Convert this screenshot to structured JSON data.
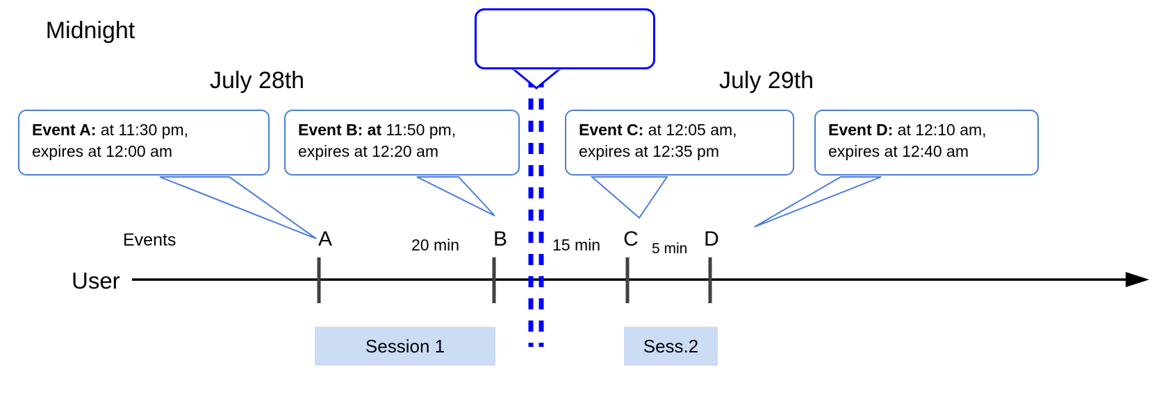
{
  "diagram": {
    "title_bubble": {
      "label": "Midnight"
    },
    "day_labels": [
      {
        "id": "july-28",
        "text": "July 28th"
      },
      {
        "id": "july-29",
        "text": "July 29th"
      }
    ],
    "axis": {
      "row_label": "User",
      "events_label": "Events"
    },
    "callouts": [
      {
        "id": "event-a",
        "bold": "Event A:",
        "line1_rest": " at 11:30 pm,",
        "line2": "expires at 12:00 am"
      },
      {
        "id": "event-b",
        "bold": "Event B: at",
        "line1_rest": " 11:50 pm,",
        "line2": "expires at 12:20 am"
      },
      {
        "id": "event-c",
        "bold": "Event C:",
        "line1_rest": " at 12:05 am,",
        "line2": "expires at 12:35 pm"
      },
      {
        "id": "event-d",
        "bold": "Event D:",
        "line1_rest": "  at 12:10 am,",
        "line2": "expires at 12:40 am"
      }
    ],
    "event_markers": [
      {
        "id": "marker-a",
        "letter": "A"
      },
      {
        "id": "marker-b",
        "letter": "B"
      },
      {
        "id": "marker-c",
        "letter": "C"
      },
      {
        "id": "marker-d",
        "letter": "D"
      }
    ],
    "intervals": [
      {
        "id": "a-to-b",
        "label": "20 min"
      },
      {
        "id": "b-to-c",
        "label": "15 min"
      },
      {
        "id": "c-to-d",
        "label": "5 min"
      }
    ],
    "sessions": [
      {
        "id": "session-1",
        "label": "Session 1"
      },
      {
        "id": "session-2",
        "label": "Sess.2"
      }
    ],
    "colors": {
      "callout_border": "#4a7ddb",
      "midnight_blue": "#0000ff",
      "session_fill": "#ccdcf4",
      "tick_gray": "#404040",
      "axis_black": "#000000"
    }
  }
}
